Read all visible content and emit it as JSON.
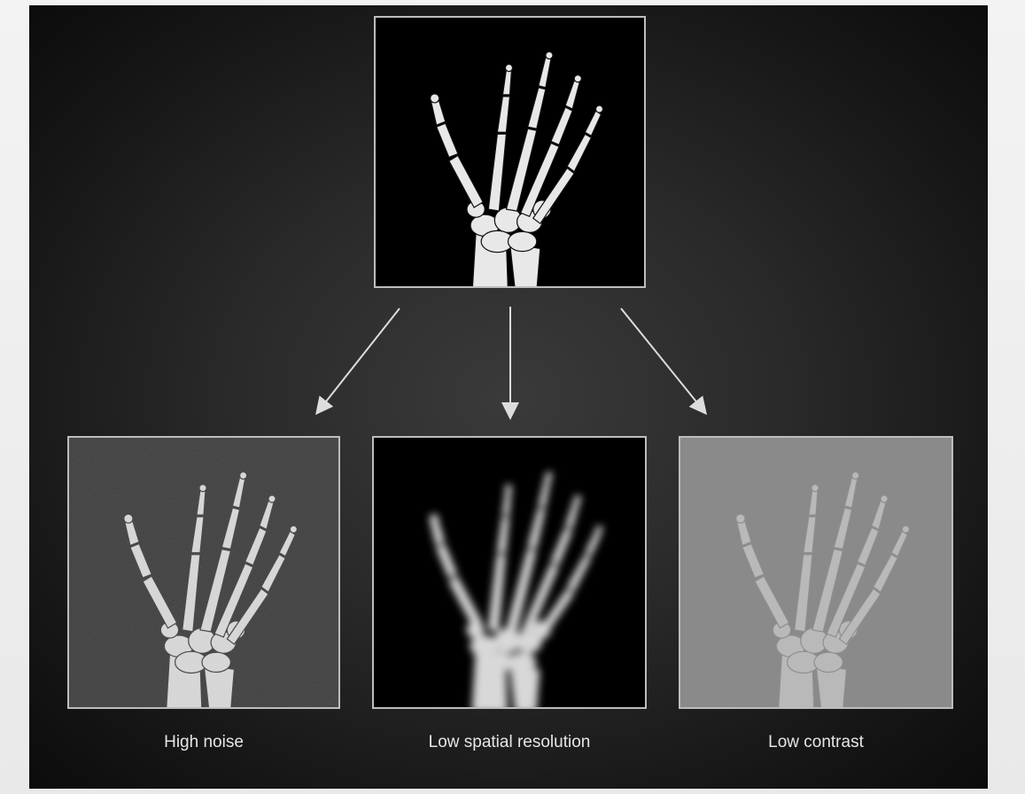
{
  "figure": {
    "panels": {
      "original": {
        "caption": ""
      },
      "high_noise": {
        "caption": "High noise"
      },
      "low_spatial_resolution": {
        "caption": "Low spatial resolution"
      },
      "low_contrast": {
        "caption": "Low contrast"
      }
    },
    "colors": {
      "slide_background": "#1e1e1e",
      "panel_border": "#bdbdbd",
      "bone": "#e8e8e8",
      "arrow": "#dddddd",
      "caption_text": "#e6e6e6",
      "contrast_background": "#8a8a8a",
      "contrast_bone": "#b9b9b9",
      "noise_background": "#2f2f2f"
    },
    "icons": [
      "hand-xray-icon",
      "down-arrow-icon"
    ]
  }
}
